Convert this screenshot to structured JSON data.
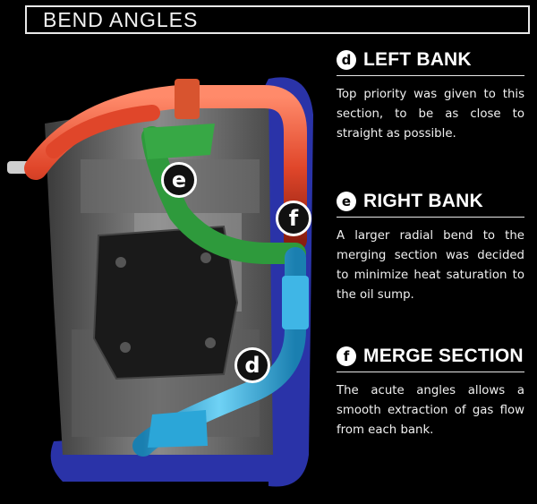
{
  "title": "BEND ANGLES",
  "sections": [
    {
      "letter": "d",
      "heading": "LEFT BANK",
      "text": "Top priority was given to this section, to be as close to straight as possible."
    },
    {
      "letter": "e",
      "heading": "RIGHT BANK",
      "text": "A larger radial bend to the merging section was decided to minimize heat saturation to the oil sump."
    },
    {
      "letter": "f",
      "heading": "MERGE SECTION",
      "text": "The acute angles allows a smooth extraction of gas flow from each bank."
    }
  ],
  "markers": {
    "e": "e",
    "f": "f",
    "d": "d"
  },
  "colors": {
    "left_bank_pipe": "#e0462a",
    "right_bank_pipe": "#2e9a3c",
    "merge_pipe": "#2ba6d8",
    "engine_blue": "#2a33a8"
  }
}
